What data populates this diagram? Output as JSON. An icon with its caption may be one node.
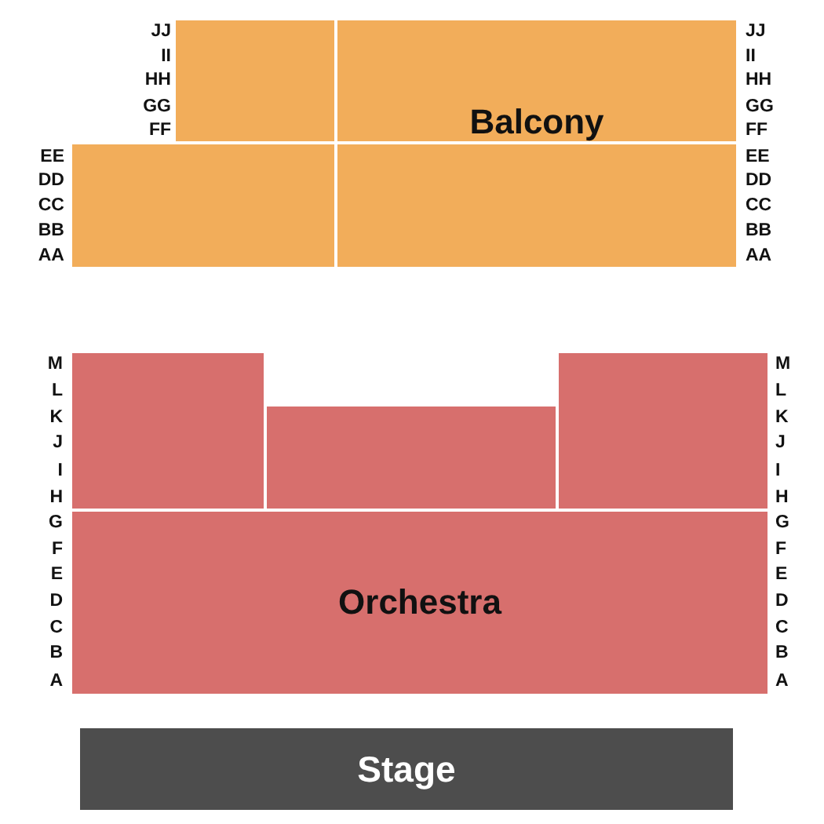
{
  "diagram": {
    "nodes": [
      {
        "text": [],
        "shape": "box"
      },
      {
        "text": [
          "Balcony"
        ]
      },
      {
        "text": [],
        "shape": "box"
      },
      {
        "text": [],
        "shape": "box"
      },
      {
        "text": [],
        "shape": "box"
      },
      {
        "text": [],
        "shape": "box"
      },
      {
        "text": [],
        "shape": "box"
      },
      {
        "text": [
          "Orchestra"
        ]
      },
      {
        "text": [
          "Stage"
        ]
      }
    ],
    "labels": [
      "JJ",
      "JJ",
      "II",
      "II",
      "HH",
      "HH",
      "GG",
      "GG",
      "FF",
      "FF",
      "EE",
      "EE",
      "DD",
      "DD",
      "CC",
      "CC",
      "BB",
      "BB",
      "AA",
      "AA",
      "M",
      "M",
      "L",
      "L",
      "K",
      "K",
      "J",
      "J",
      "I",
      "I",
      "H",
      "H",
      "G",
      "G",
      "F",
      "F",
      "E",
      "E",
      "D",
      "D",
      "C",
      "C",
      "B",
      "B",
      "A",
      "A"
    ]
  }
}
